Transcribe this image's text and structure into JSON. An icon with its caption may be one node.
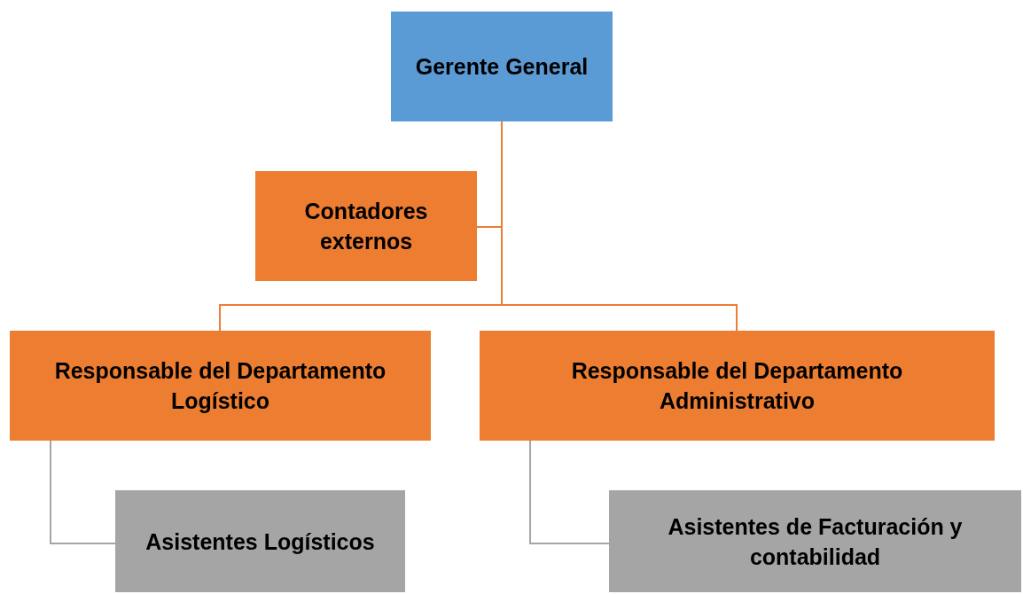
{
  "diagram": {
    "nodes": [
      {
        "text": [
          "Gerente General"
        ]
      },
      {
        "text": [
          "Contadores externos"
        ]
      },
      {
        "text": [
          "Responsable del Departamento Logístico"
        ]
      },
      {
        "text": [
          "Responsable del Departamento Administrativo"
        ]
      },
      {
        "text": [
          "Asistentes Logísticos"
        ]
      },
      {
        "text": [
          "Asistentes de Facturación y contabilidad"
        ]
      }
    ],
    "edges": [
      {
        "from": 0,
        "to": 1,
        "arrow": "none"
      },
      {
        "from": 0,
        "to": 2,
        "arrow": "none"
      },
      {
        "from": 0,
        "to": 3,
        "arrow": "none"
      },
      {
        "from": 2,
        "to": 4,
        "arrow": "none",
        "color": "#a5a5a5"
      },
      {
        "from": 3,
        "to": 5,
        "arrow": "none",
        "color": "#a5a5a5"
      }
    ]
  }
}
